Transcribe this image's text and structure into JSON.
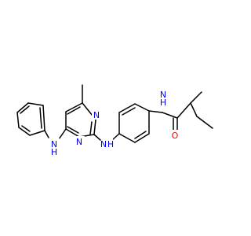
{
  "molecule": {
    "atoms": [
      {
        "id": "N_amide",
        "label": "N",
        "sub": "H",
        "color": "#0000ff"
      },
      {
        "id": "O_carbonyl",
        "label": "O",
        "sub": "",
        "color": "#ff0000"
      },
      {
        "id": "N_aniline_left",
        "label": "N",
        "sub": "H",
        "color": "#0000ff"
      },
      {
        "id": "N_aniline_mid",
        "label": "N",
        "sub": "H",
        "color": "#0000ff"
      },
      {
        "id": "N_ring_top",
        "label": "N",
        "sub": "",
        "color": "#0000ff"
      },
      {
        "id": "N_ring_bottom",
        "label": "N",
        "sub": "",
        "color": "#0000ff"
      }
    ]
  }
}
